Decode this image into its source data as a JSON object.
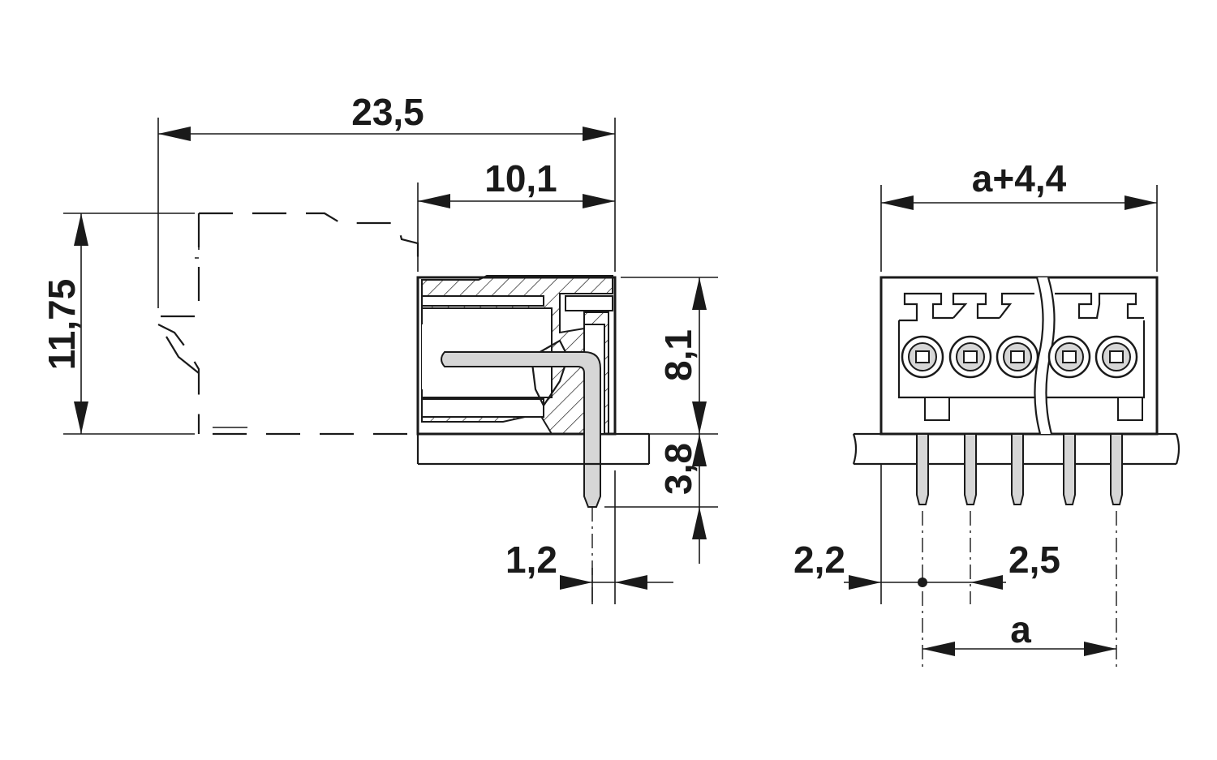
{
  "drawing": {
    "type": "technical-dimension-drawing",
    "views": [
      "side-view",
      "front-view"
    ]
  },
  "dimensions": {
    "overall_length": "23,5",
    "body_depth": "10,1",
    "overall_height": "11,75",
    "body_height": "8,1",
    "pin_length": "3,8",
    "pin_offset": "1,2",
    "width": "a+4,4",
    "edge_offset": "2,2",
    "pitch": "2,5",
    "pin_span": "a"
  }
}
